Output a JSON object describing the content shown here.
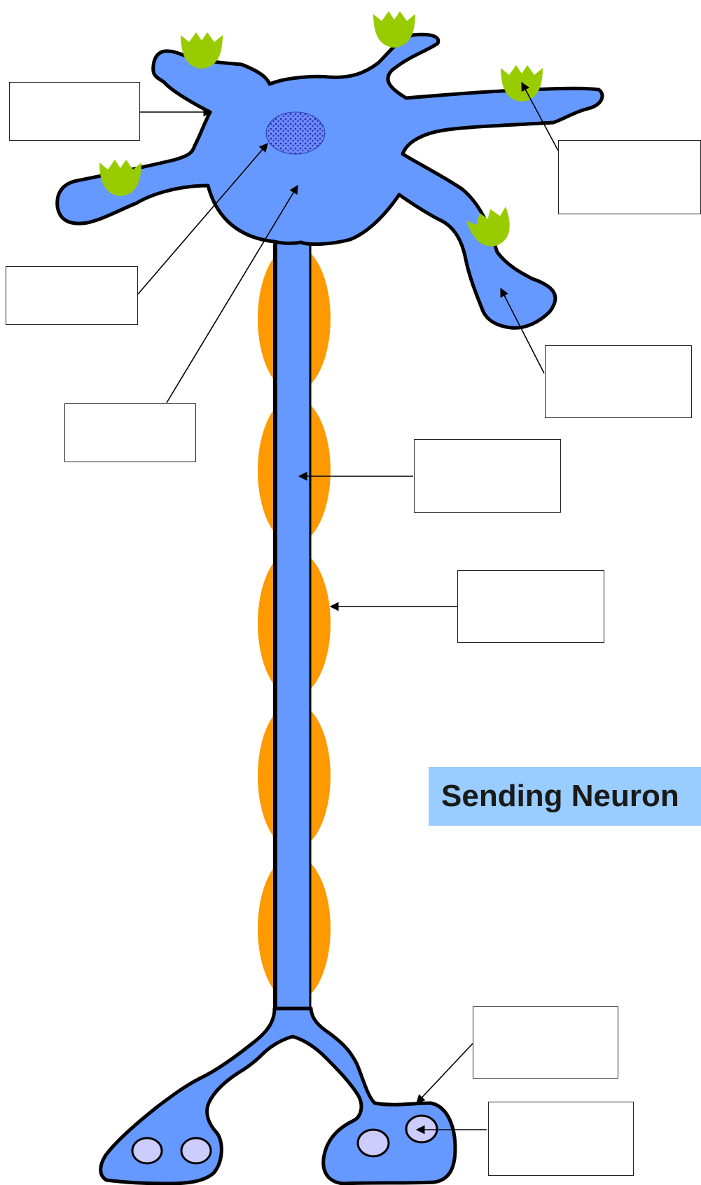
{
  "title": "Sending Neuron",
  "colors": {
    "neuron": "#6699ff",
    "outline": "#000000",
    "myelin": "#ff9900",
    "receptor": "#99cc00",
    "nucleus": "#3355dd",
    "vesicle": "#ccccff",
    "title_background": "#99ccff"
  },
  "label_boxes": [
    {
      "id": "box-1",
      "text": ""
    },
    {
      "id": "box-2",
      "text": ""
    },
    {
      "id": "box-3",
      "text": ""
    },
    {
      "id": "box-4",
      "text": ""
    },
    {
      "id": "box-5",
      "text": ""
    },
    {
      "id": "box-6",
      "text": ""
    },
    {
      "id": "box-7",
      "text": ""
    },
    {
      "id": "box-8",
      "text": ""
    },
    {
      "id": "box-9",
      "text": ""
    }
  ]
}
